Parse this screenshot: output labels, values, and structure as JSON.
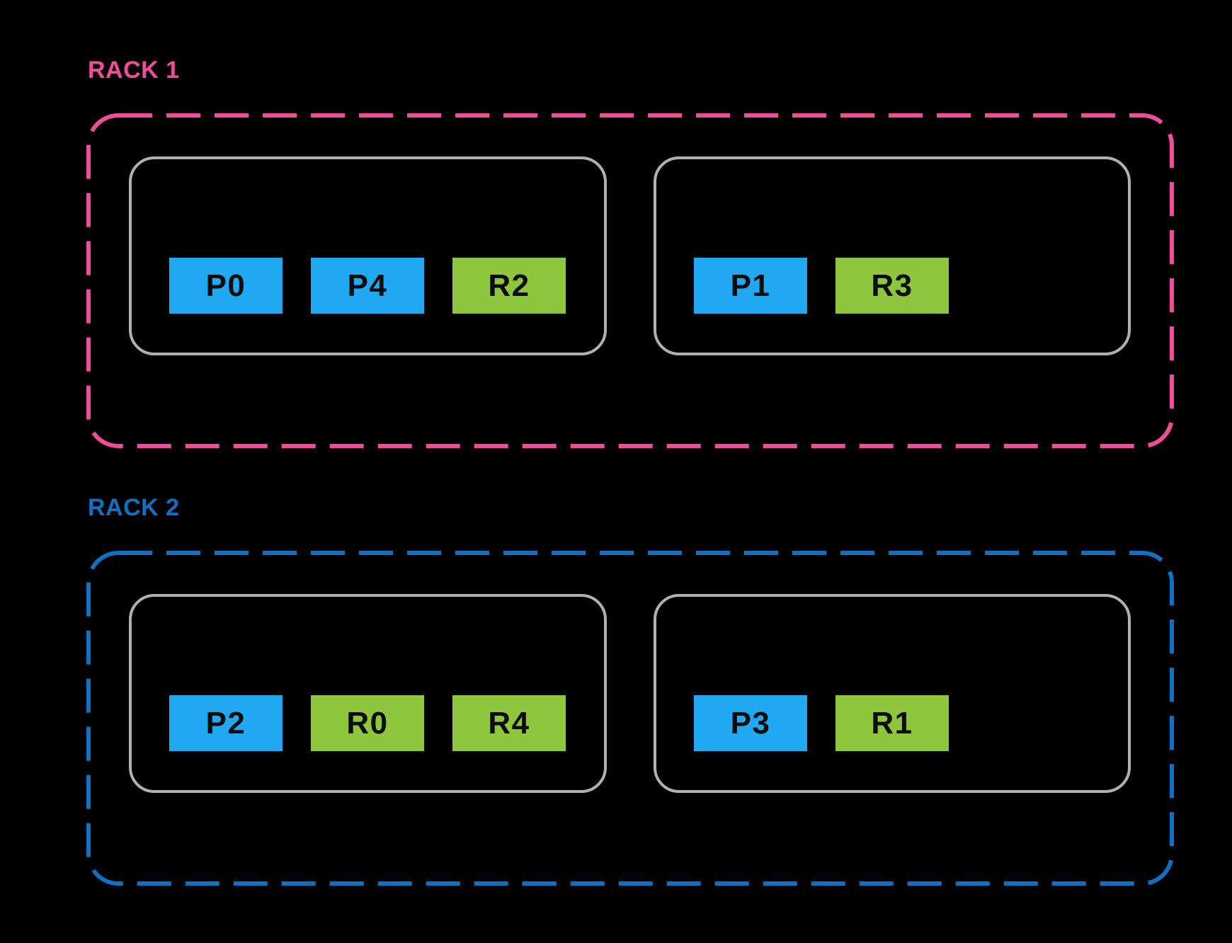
{
  "diagram": {
    "background": "#000000",
    "node_border_color": "#B0B0B0",
    "chip_text_color": "#0D0D0D",
    "chip_colors": {
      "blue": "#20A8F0",
      "green": "#8EC63D"
    },
    "racks": [
      {
        "label": "RACK 1",
        "accent": "#EF4D9A",
        "nodes": [
          {
            "chips": [
              {
                "label": "P0",
                "color": "blue"
              },
              {
                "label": "P4",
                "color": "blue"
              },
              {
                "label": "R2",
                "color": "green"
              }
            ]
          },
          {
            "chips": [
              {
                "label": "P1",
                "color": "blue"
              },
              {
                "label": "R3",
                "color": "green"
              }
            ]
          }
        ]
      },
      {
        "label": "RACK 2",
        "accent": "#0F70C4",
        "nodes": [
          {
            "chips": [
              {
                "label": "P2",
                "color": "blue"
              },
              {
                "label": "R0",
                "color": "green"
              },
              {
                "label": "R4",
                "color": "green"
              }
            ]
          },
          {
            "chips": [
              {
                "label": "P3",
                "color": "blue"
              },
              {
                "label": "R1",
                "color": "green"
              }
            ]
          }
        ]
      }
    ]
  }
}
